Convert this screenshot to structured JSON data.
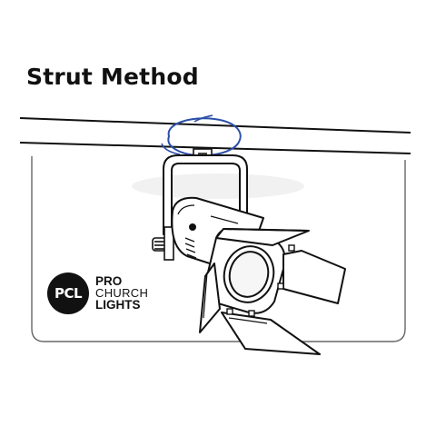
{
  "title": "Strut Method",
  "logo": {
    "badge": "PCL",
    "line1": "PRO",
    "line2": "CHURCH",
    "line3": "LIGHTS"
  },
  "colors": {
    "ink": "#111111",
    "highlight_circle": "#2b4fa8",
    "background": "#ffffff"
  }
}
